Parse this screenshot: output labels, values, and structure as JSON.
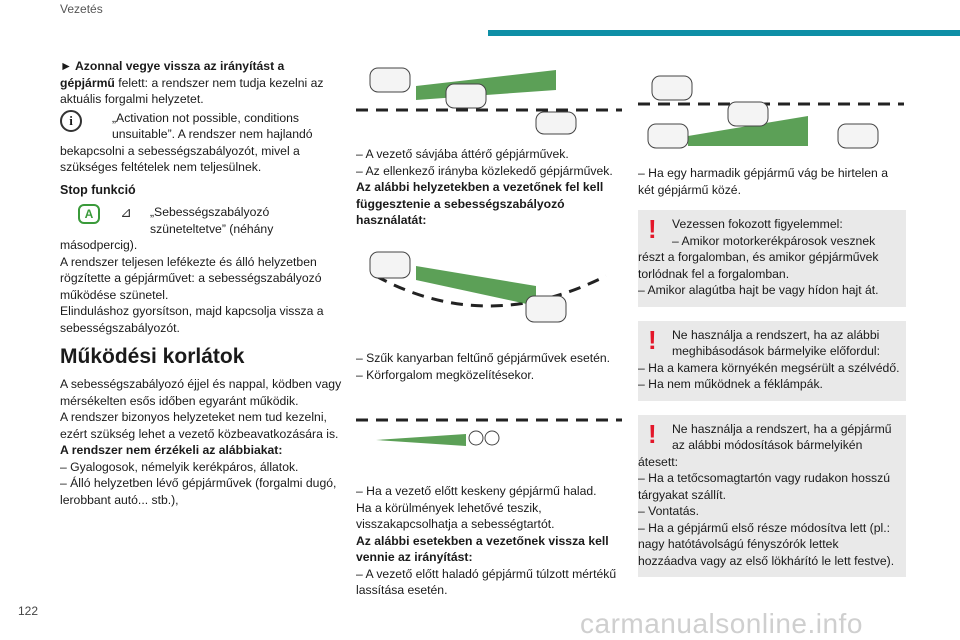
{
  "header": {
    "title": "Vezetés"
  },
  "footer": {
    "page_number": "122",
    "watermark": "carmanualsonline.info"
  },
  "col1": {
    "p1_bold": "► Azonnal vegye vissza az irányítást a gépjármű",
    "p1_rest": " felett: a rendszer nem tudja kezelni az aktuális forgalmi helyzetet.",
    "info_line1": "„Activation not possible, conditions",
    "info_line2": "unsuitable”. A rendszer nem hajlandó",
    "info_rest": "bekapcsolni a sebességszabályozót, mivel a szükséges feltételek nem teljesülnek.",
    "stop_title": "Stop funkció",
    "stop_l1": "„Sebességszabályozó",
    "stop_l2": "szüneteltetve” (néhány",
    "stop_rest": "másodpercig).",
    "stop_p2": "A rendszer teljesen lefékezte és álló helyzetben rögzítette a gépjárművet: a sebességszabályozó működése szünetel.",
    "stop_p3": "Elinduláshoz gyorsítson, majd kapcsolja vissza a sebességszabályozót.",
    "limits_title": "Működési korlátok",
    "limits_p1": "A sebességszabályozó éjjel és nappal, ködben vagy mérsékelten esős időben egyaránt működik.",
    "limits_p2": "A rendszer bizonyos helyzeteket nem tud kezelni, ezért szükség lehet a vezető közbeavatkozására is.",
    "limits_bold": "A rendszer nem érzékeli az alábbiakat:",
    "limits_li1": "– Gyalogosok, némelyik kerékpáros, állatok.",
    "limits_li2": "– Álló helyzetben lévő gépjárművek (forgalmi dugó, lerobbant autó... stb.),"
  },
  "col2": {
    "li1": "– A vezető sávjába áttérő gépjárművek.",
    "li2": "– Az ellenkező irányba közlekedő gépjárművek.",
    "bold1": "Az alábbi helyzetekben a vezetőnek fel kell függesztenie a sebességszabályozó használatát:",
    "li3": "– Szűk kanyarban feltűnő gépjárművek esetén.",
    "li4": "– Körforgalom megközelítésekor.",
    "li5": "– Ha a vezető előtt keskeny gépjármű halad.",
    "p2": "Ha a körülmények lehetővé teszik, visszakapcsolhatja a sebességtartót.",
    "bold2": "Az alábbi esetekben a vezetőnek vissza kell vennie az irányítást:",
    "li6": "– A vezető előtt haladó gépjármű túlzott mértékű lassítása esetén."
  },
  "col3": {
    "li1": "– Ha egy harmadik gépjármű vág be hirtelen a két gépjármű közé.",
    "warn1_l1": "Vezessen fokozott figyelemmel:",
    "warn1_l2": "– Amikor motorkerékpárosok vesznek",
    "warn1_rest": "részt a forgalomban, és amikor gépjárművek torlódnak fel a forgalomban.",
    "warn1_li": "– Amikor alagútba hajt be vagy hídon hajt át.",
    "warn2_l1": "Ne használja a rendszert, ha az alábbi",
    "warn2_l2": "meghibásodások bármelyike előfordul:",
    "warn2_li1": "– Ha a kamera környékén megsérült a szélvédő.",
    "warn2_li2": "– Ha nem működnek a féklámpák.",
    "warn3_l1": "Ne használja a rendszert, ha a gépjármű",
    "warn3_l2": "az alábbi módosítások bármelyikén",
    "warn3_rest": "átesett:",
    "warn3_li1": "– Ha a tetőcsomagtartón vagy rudakon hosszú tárgyakat szállít.",
    "warn3_li2": "– Vontatás.",
    "warn3_li3": "– Ha a gépjármű első része módosítva lett (pl.: nagy hatótávolságú fényszórók lettek hozzáadva vagy az első lökhárító le lett festve)."
  },
  "colors": {
    "accent": "#0e8fa6",
    "warning": "#e3172a",
    "beam": "#3f8f3a"
  }
}
